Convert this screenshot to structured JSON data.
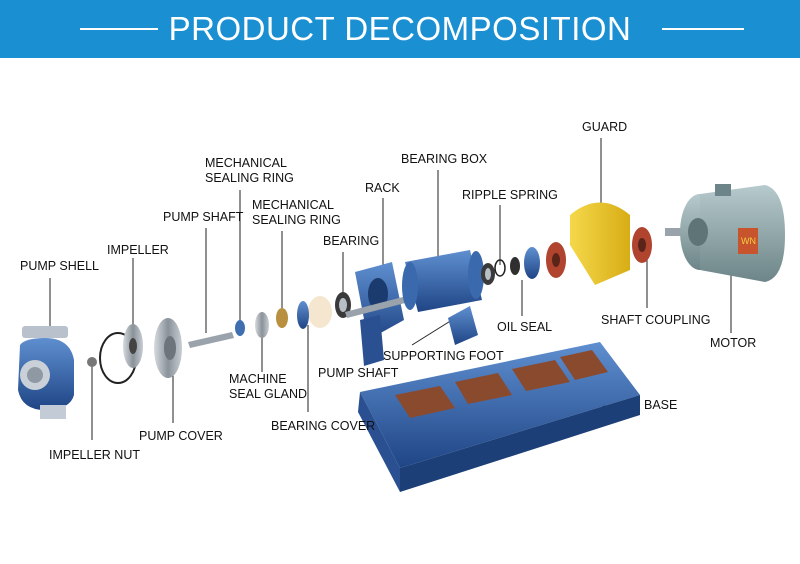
{
  "header": {
    "title": "PRODUCT DECOMPOSITION"
  },
  "labels": {
    "pump_shell": "PUMP SHELL",
    "impeller": "IMPELLER",
    "impeller_nut": "IMPELLER NUT",
    "pump_cover": "PUMP COVER",
    "pump_shaft_top": "PUMP SHAFT",
    "mech_seal_ring_1": "MECHANICAL\nSEALING RING",
    "mech_seal_ring_2": "MECHANICAL\nSEALING RING",
    "machine_seal_gland": "MACHINE\nSEAL GLAND",
    "bearing": "BEARING",
    "bearing_cover": "BEARING COVER",
    "rack": "RACK",
    "bearing_box": "BEARING BOX",
    "pump_shaft_bottom": "PUMP SHAFT",
    "supporting_foot": "SUPPORTING FOOT",
    "ripple_spring": "RIPPLE SPRING",
    "oil_seal": "OIL SEAL",
    "guard": "GUARD",
    "shaft_coupling": "SHAFT COUPLING",
    "motor": "MOTOR",
    "base": "BASE",
    "motor_badge": "WN"
  },
  "colors": {
    "banner": "#1a8fd1",
    "pump_blue": "#2f5fa5",
    "steel": "#a9b0b8",
    "guard_yellow": "#e9c428",
    "coupling_red": "#b0442e",
    "motor_grey": "#8fa6aa"
  }
}
